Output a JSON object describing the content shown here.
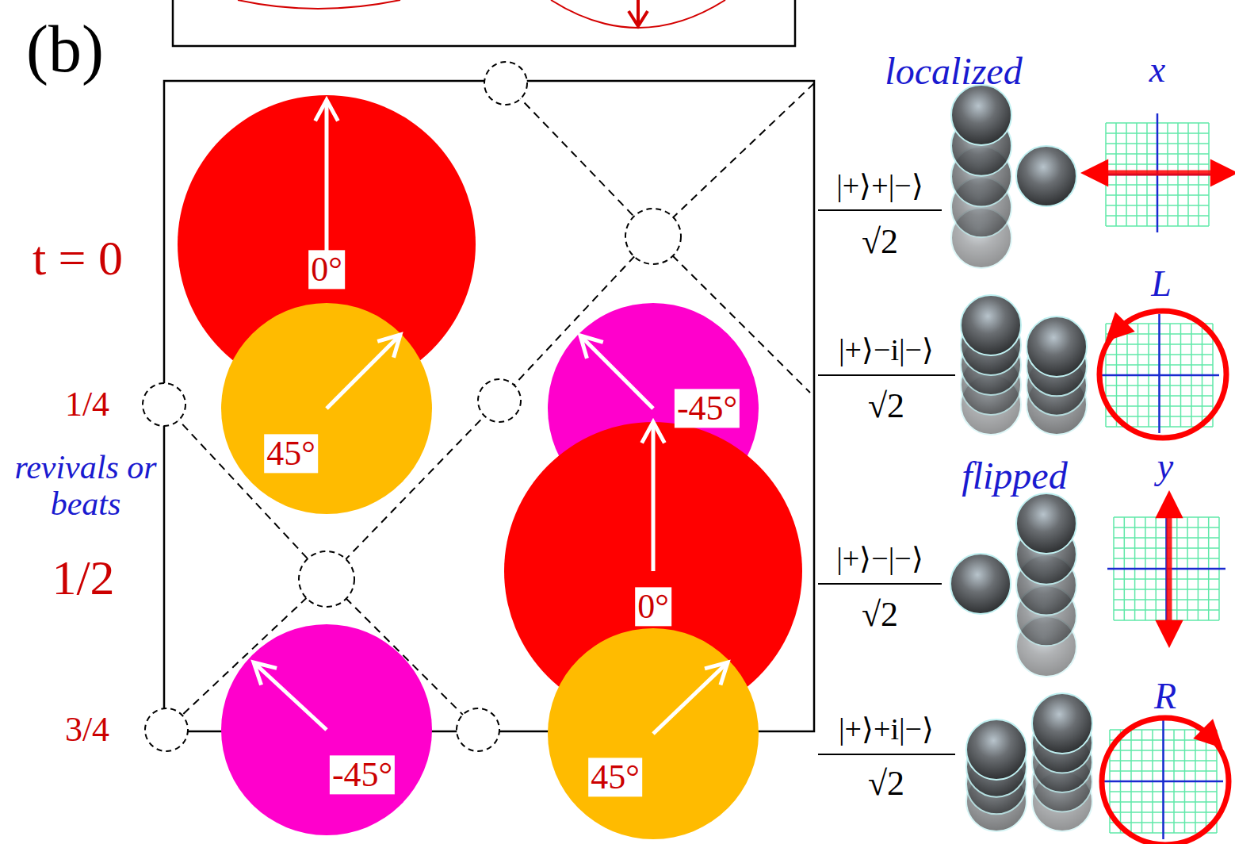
{
  "diagram": {
    "nodes": [
      {
        "text": [
          "0°"
        ]
      },
      {
        "text": [
          "45°"
        ]
      },
      {
        "text": [
          "-45°"
        ]
      },
      {
        "text": [
          "0°"
        ]
      },
      {
        "text": [
          "-45°"
        ]
      },
      {
        "text": [
          "45°"
        ]
      }
    ],
    "labels": [
      "(b)",
      "t = 0",
      "1/4",
      "revivals or beats",
      "1/2",
      "3/4",
      "localized",
      "x",
      "|+⟩+|−⟩",
      "√2",
      "L",
      "|+⟩−i|−⟩",
      "√2",
      "flipped",
      "y",
      "|+⟩−|−⟩",
      "√2",
      "R",
      "|+⟩+i|−⟩",
      "√2"
    ]
  }
}
